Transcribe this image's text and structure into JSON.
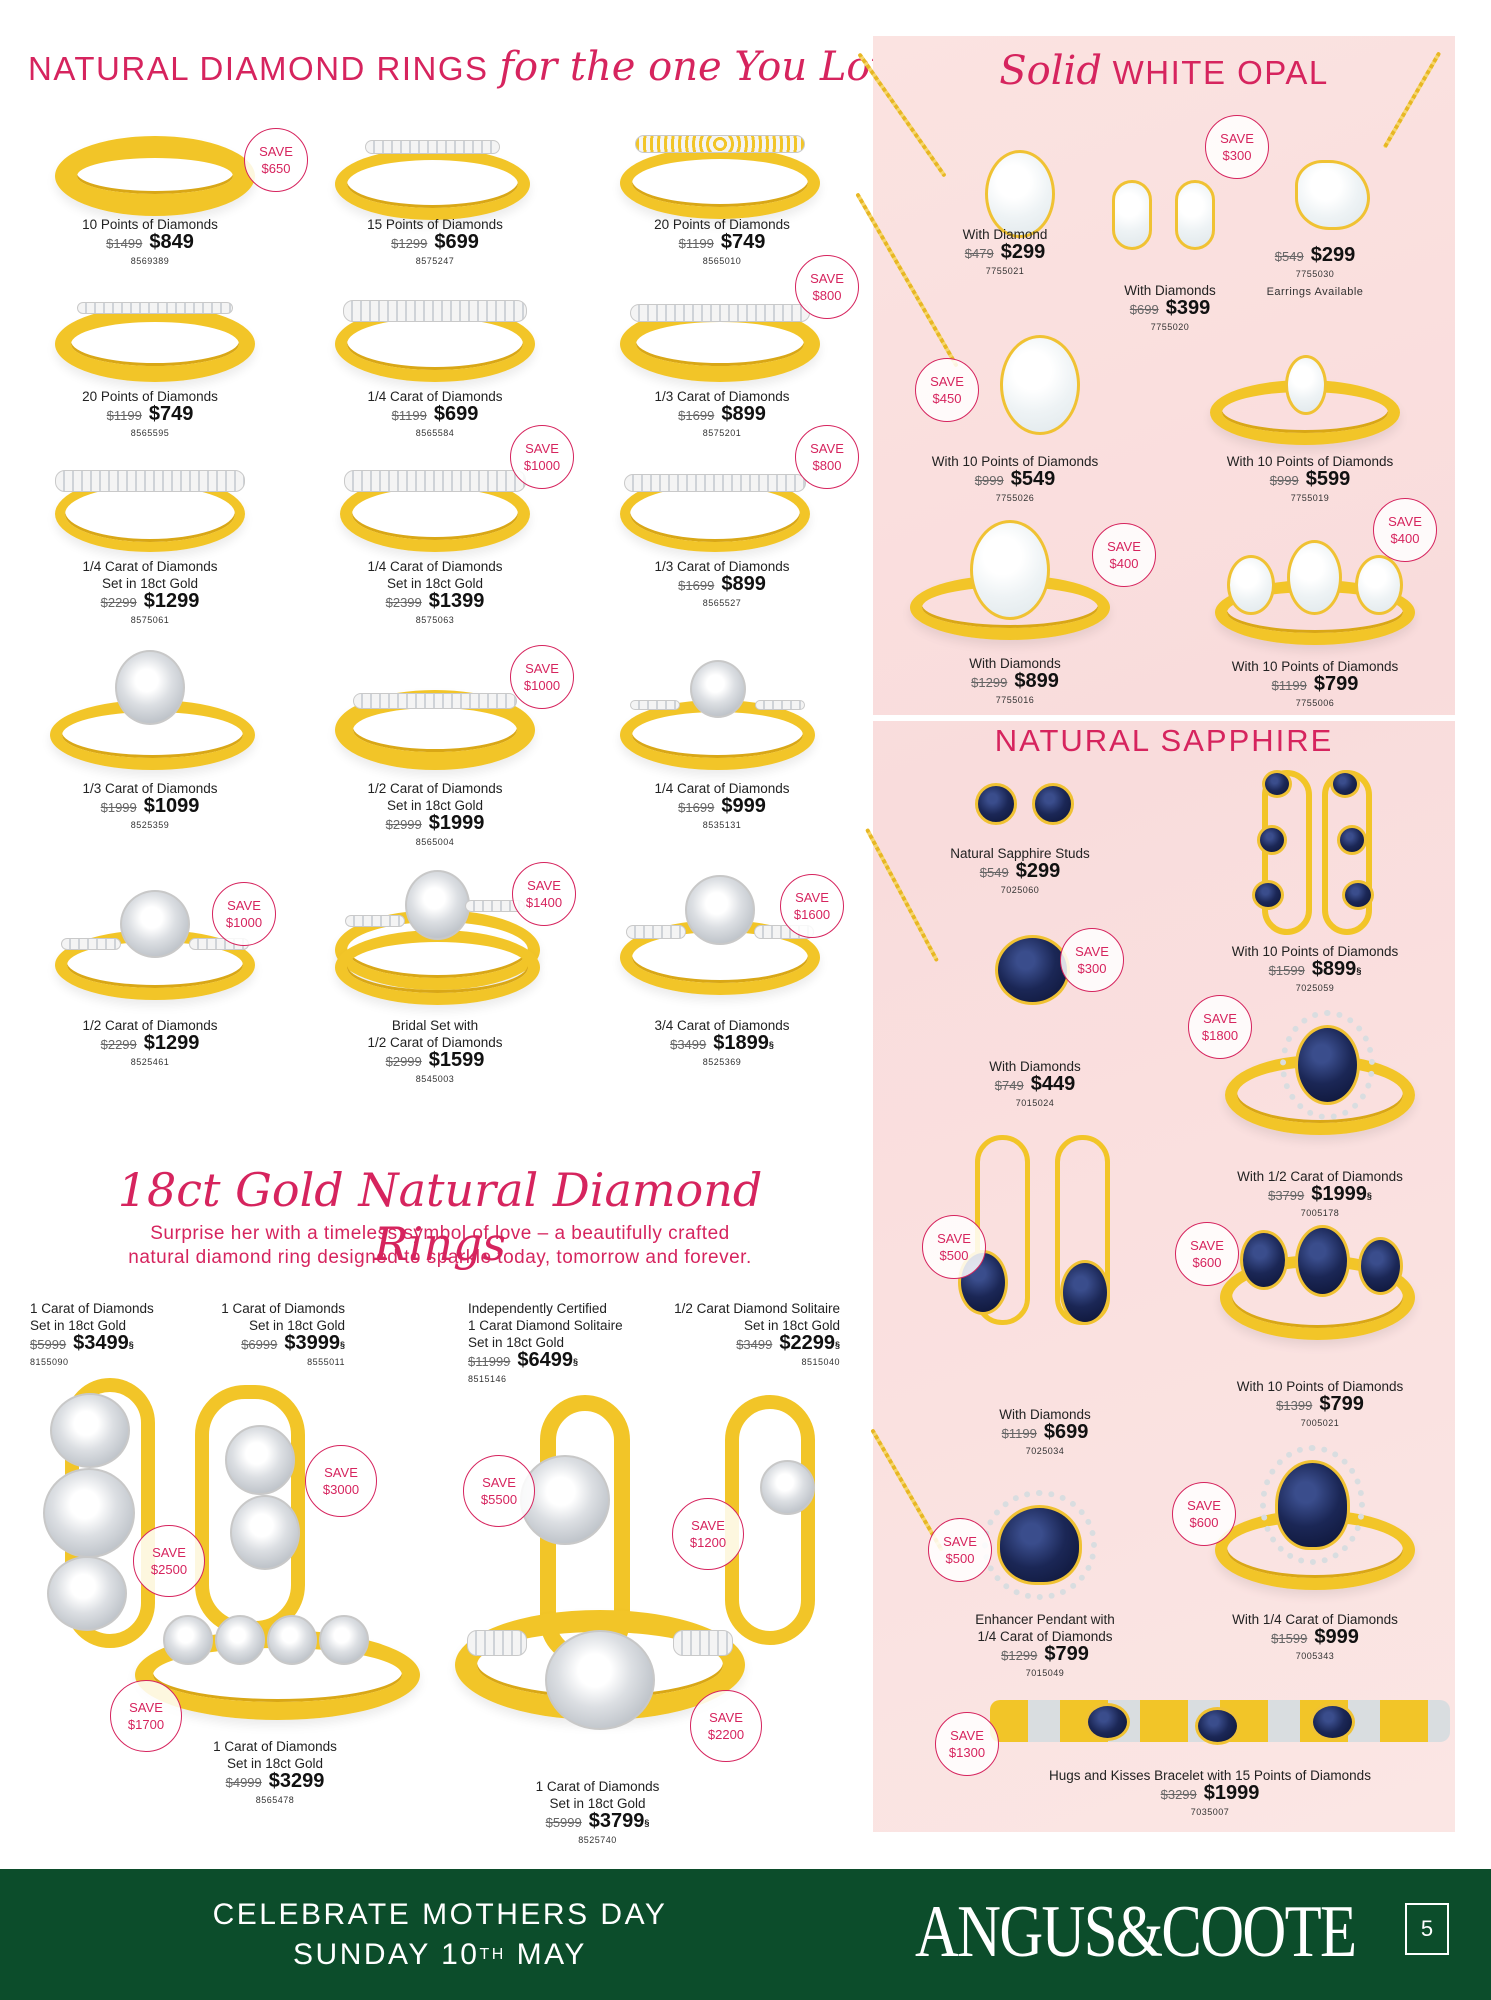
{
  "colors": {
    "accent_pink": "#d6245e",
    "footer_green": "#0c4d2b",
    "panel_pink": "#fbe3e1",
    "gold": "#f2c528"
  },
  "diamond_rings": {
    "heading_caps": "NATURAL DIAMOND RINGS ",
    "heading_script": "for the one You Love",
    "items": [
      {
        "name": "10 Points of Diamonds",
        "was": "$1499",
        "now": "$849",
        "sku": "8569389",
        "save": [
          "SAVE",
          "$650"
        ]
      },
      {
        "name": "15 Points of Diamonds",
        "was": "$1299",
        "now": "$699",
        "sku": "8575247"
      },
      {
        "name": "20 Points of Diamonds",
        "was": "$1199",
        "now": "$749",
        "sku": "8565010"
      },
      {
        "name": "20 Points of Diamonds",
        "was": "$1199",
        "now": "$749",
        "sku": "8565595"
      },
      {
        "name": "1/4 Carat of Diamonds",
        "was": "$1199",
        "now": "$699",
        "sku": "8565584"
      },
      {
        "name": "1/3 Carat of Diamonds",
        "was": "$1699",
        "now": "$899",
        "sku": "8575201",
        "save": [
          "SAVE",
          "$800"
        ]
      },
      {
        "name": "1/4 Carat of Diamonds",
        "name2": "Set in 18ct Gold",
        "was": "$2299",
        "now": "$1299",
        "sku": "8575061"
      },
      {
        "name": "1/4 Carat of Diamonds",
        "name2": "Set in 18ct Gold",
        "was": "$2399",
        "now": "$1399",
        "sku": "8575063",
        "save": [
          "SAVE",
          "$1000"
        ]
      },
      {
        "name": "1/3 Carat of Diamonds",
        "was": "$1699",
        "now": "$899",
        "sku": "8565527",
        "save": [
          "SAVE",
          "$800"
        ]
      },
      {
        "name": "1/3 Carat of Diamonds",
        "was": "$1999",
        "now": "$1099",
        "sku": "8525359"
      },
      {
        "name": "1/2 Carat of Diamonds",
        "name2": "Set in 18ct Gold",
        "was": "$2999",
        "now": "$1999",
        "sku": "8565004",
        "save": [
          "SAVE",
          "$1000"
        ]
      },
      {
        "name": "1/4 Carat of Diamonds",
        "was": "$1699",
        "now": "$999",
        "sku": "8535131"
      },
      {
        "name": "1/2 Carat of Diamonds",
        "was": "$2299",
        "now": "$1299",
        "sku": "8525461",
        "save": [
          "SAVE",
          "$1000"
        ]
      },
      {
        "name": "Bridal Set with",
        "name2": "1/2 Carat of Diamonds",
        "was": "$2999",
        "now": "$1599",
        "sku": "8545003",
        "save": [
          "SAVE",
          "$1400"
        ]
      },
      {
        "name": "3/4 Carat of Diamonds",
        "was": "$3499",
        "now": "$1899",
        "mark": "§",
        "sku": "8525369",
        "save": [
          "SAVE",
          "$1600"
        ]
      }
    ]
  },
  "gold_rings": {
    "heading": "18ct Gold Natural Diamond Rings",
    "subtitle_line1": "Surprise her with a timeless symbol of love – a beautifully crafted",
    "subtitle_line2": "natural diamond ring designed to sparkle today, tomorrow and forever.",
    "items": [
      {
        "name": "1 Carat of Diamonds",
        "name2": "Set in 18ct Gold",
        "was": "$5999",
        "now": "$3499",
        "mark": "§",
        "sku": "8155090",
        "save": [
          "SAVE",
          "$2500"
        ]
      },
      {
        "name": "1 Carat of Diamonds",
        "name2": "Set in 18ct Gold",
        "was": "$6999",
        "now": "$3999",
        "mark": "§",
        "sku": "8555011",
        "save": [
          "SAVE",
          "$3000"
        ]
      },
      {
        "name": "Independently Certified",
        "name2": "1 Carat Diamond Solitaire",
        "name3": "Set in 18ct Gold",
        "was": "$11999",
        "now": "$6499",
        "mark": "§",
        "sku": "8515146",
        "save": [
          "SAVE",
          "$5500"
        ]
      },
      {
        "name": "1/2 Carat Diamond Solitaire",
        "name2": "Set in 18ct Gold",
        "was": "$3499",
        "now": "$2299",
        "mark": "§",
        "sku": "8515040",
        "save": [
          "SAVE",
          "$1200"
        ]
      },
      {
        "name": "1 Carat of Diamonds",
        "name2": "Set in 18ct Gold",
        "was": "$4999",
        "now": "$3299",
        "sku": "8565478",
        "save": [
          "SAVE",
          "$1700"
        ]
      },
      {
        "name": "1 Carat of Diamonds",
        "name2": "Set in 18ct Gold",
        "was": "$5999",
        "now": "$3799",
        "mark": "§",
        "sku": "8525740",
        "save": [
          "SAVE",
          "$2200"
        ]
      }
    ]
  },
  "opal": {
    "heading_script": "Solid",
    "heading_caps": " WHITE OPAL",
    "items": [
      {
        "name": "With Diamond",
        "was": "$479",
        "now": "$299",
        "sku": "7755021"
      },
      {
        "name": "With Diamonds",
        "was": "$699",
        "now": "$399",
        "sku": "7755020",
        "save": [
          "SAVE",
          "$300"
        ]
      },
      {
        "name": "",
        "was": "$549",
        "now": "$299",
        "sku": "7755030",
        "note": "Earrings Available"
      },
      {
        "name": "With 10 Points of Diamonds",
        "was": "$999",
        "now": "$549",
        "sku": "7755026",
        "save": [
          "SAVE",
          "$450"
        ]
      },
      {
        "name": "With 10 Points of Diamonds",
        "was": "$999",
        "now": "$599",
        "sku": "7755019"
      },
      {
        "name": "With Diamonds",
        "was": "$1299",
        "now": "$899",
        "sku": "7755016",
        "save": [
          "SAVE",
          "$400"
        ]
      },
      {
        "name": "With 10 Points of Diamonds",
        "was": "$1199",
        "now": "$799",
        "sku": "7755006",
        "save": [
          "SAVE",
          "$400"
        ]
      }
    ]
  },
  "sapphire": {
    "heading": "NATURAL SAPPHIRE",
    "items": [
      {
        "name": "Natural Sapphire Studs",
        "was": "$549",
        "now": "$299",
        "sku": "7025060"
      },
      {
        "name": "With 10 Points of Diamonds",
        "was": "$1599",
        "now": "$899",
        "mark": "§",
        "sku": "7025059"
      },
      {
        "name": "With Diamonds",
        "was": "$749",
        "now": "$449",
        "sku": "7015024",
        "save": [
          "SAVE",
          "$300"
        ]
      },
      {
        "name": "With 1/2 Carat of Diamonds",
        "was": "$3799",
        "now": "$1999",
        "mark": "§",
        "sku": "7005178",
        "save": [
          "SAVE",
          "$1800"
        ]
      },
      {
        "name": "With Diamonds",
        "was": "$1199",
        "now": "$699",
        "sku": "7025034",
        "save": [
          "SAVE",
          "$500"
        ]
      },
      {
        "name": "With 10 Points of Diamonds",
        "was": "$1399",
        "now": "$799",
        "sku": "7005021",
        "save": [
          "SAVE",
          "$600"
        ]
      },
      {
        "name": "Enhancer Pendant with",
        "name2": "1/4 Carat of Diamonds",
        "was": "$1299",
        "now": "$799",
        "sku": "7015049",
        "save": [
          "SAVE",
          "$500"
        ]
      },
      {
        "name": "With 1/4 Carat of Diamonds",
        "was": "$1599",
        "now": "$999",
        "sku": "7005343",
        "save": [
          "SAVE",
          "$600"
        ]
      },
      {
        "name": "Hugs and Kisses Bracelet with 15 Points of Diamonds",
        "was": "$3299",
        "now": "$1999",
        "sku": "7035007",
        "save": [
          "SAVE",
          "$1300"
        ]
      }
    ]
  },
  "footer": {
    "line1": "CELEBRATE MOTHERS DAY",
    "line2_pre": "SUNDAY 10",
    "line2_sup": "TH",
    "line2_post": " MAY",
    "brand": "ANGUS&COOTE",
    "page_number": "5"
  }
}
